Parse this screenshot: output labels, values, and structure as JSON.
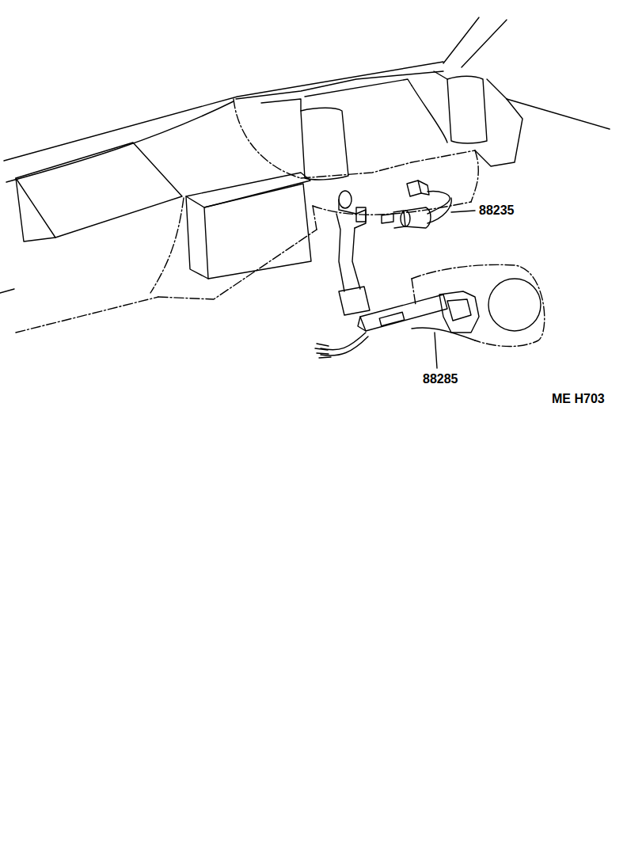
{
  "diagram": {
    "labels": [
      "88235",
      "88285",
      "ME H703"
    ]
  }
}
